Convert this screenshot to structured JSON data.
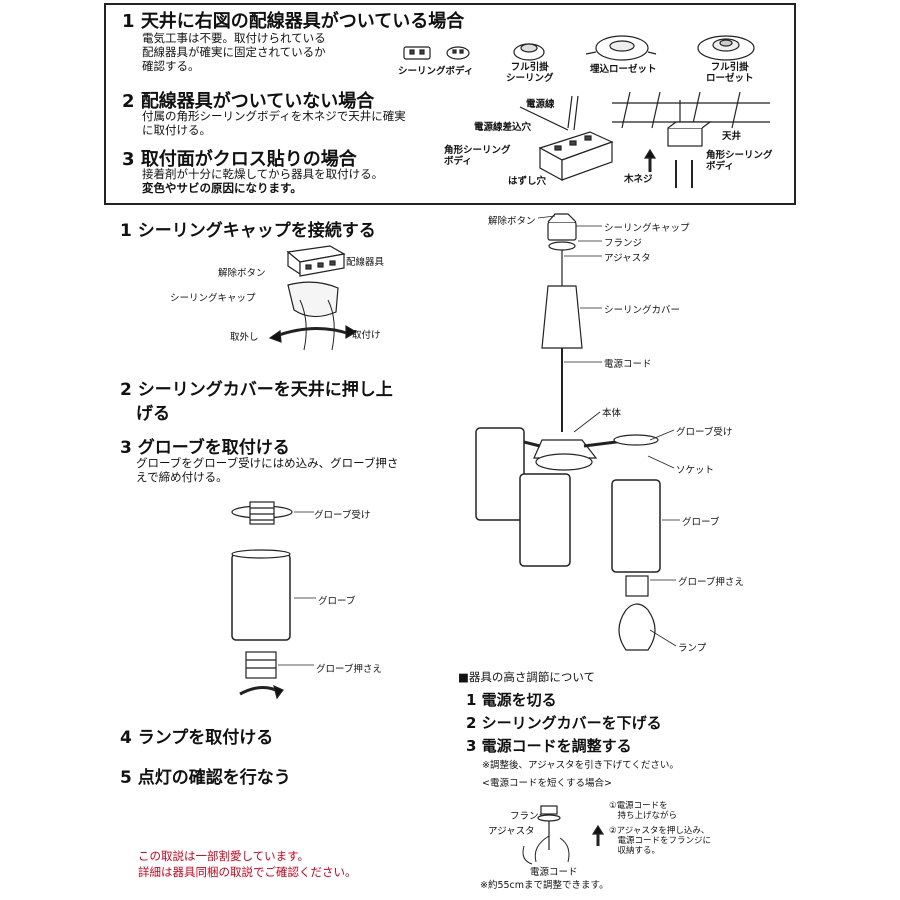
{
  "top": {
    "s1": {
      "num": "1",
      "title": "天井に右図の配線器具がついている場合",
      "lines": [
        "電気工事は不要。取付けられている",
        "配線器具が確実に固定されているか",
        "確認する。"
      ]
    },
    "fixtures": [
      "シーリングボディ",
      "フル引掛\nシーリング",
      "埋込ローゼット",
      "フル引掛\nローゼット"
    ],
    "s2": {
      "num": "2",
      "title": "配線器具がついていない場合",
      "lines": [
        "付属の角形シーリングボディを木ネジで天井に確実",
        "に取付ける。"
      ]
    },
    "s3": {
      "num": "3",
      "title": "取付面がクロス貼りの場合",
      "lines": [
        "接着剤が十分に乾燥してから器具を取付ける。"
      ],
      "bold_line": "変色やサビの原因になります。"
    },
    "labels": {
      "power_line": "電源線",
      "insert_hole": "電源線差込穴",
      "square_body": "角形シーリング\nボディ",
      "release_hole": "はずし穴",
      "ceiling": "天井",
      "square_body2": "角形シーリング\nボディ",
      "wood_screw": "木ネジ"
    }
  },
  "left": {
    "step1": {
      "num": "1",
      "title": "シーリングキャップを接続する"
    },
    "step1_labels": {
      "wiring": "配線器具",
      "release": "解除ボタン",
      "cap": "シーリングキャップ",
      "remove": "取外し",
      "attach": "取付け"
    },
    "step2": {
      "num": "2",
      "title": "シーリングカバーを天井に押し上",
      "title2": "げる"
    },
    "step3": {
      "num": "3",
      "title": "グローブを取付ける",
      "lines": [
        "グローブをグローブ受けにはめ込み、グローブ押さ",
        "えで締め付ける。"
      ]
    },
    "step3_labels": {
      "holder": "グローブ受け",
      "globe": "グローブ",
      "presser": "グローブ押さえ"
    },
    "step4": {
      "num": "4",
      "title": "ランプを取付ける"
    },
    "step5": {
      "num": "5",
      "title": "点灯の確認を行なう"
    },
    "note": [
      "この取説は一部割愛しています。",
      "詳細は器具同梱の取説でご確認ください。"
    ]
  },
  "right": {
    "labels": {
      "release": "解除ボタン",
      "cap": "シーリングキャップ",
      "flange": "フランジ",
      "adjuster": "アジャスタ",
      "cover": "シーリングカバー",
      "cord": "電源コード",
      "body": "本体",
      "holder": "グローブ受け",
      "socket": "ソケット",
      "globe": "グローブ",
      "presser": "グローブ押さえ",
      "lamp": "ランプ"
    },
    "height": {
      "heading": "■器具の高さ調節について",
      "steps": [
        {
          "num": "1",
          "text": "電源を切る"
        },
        {
          "num": "2",
          "text": "シーリングカバーを下げる"
        },
        {
          "num": "3",
          "text": "電源コードを調整する"
        }
      ],
      "note1": "※調整後、アジャスタを引き下げてください。",
      "note2": "<電源コードを短くする場合>",
      "fig": {
        "flange": "フランジ",
        "adjuster": "アジャスタ",
        "cord": "電源コード",
        "inst1": "①電源コードを\n　持ち上げながら",
        "inst2": "②アジャスタを押し込み、\n　電源コードをフランジに\n　収納する。"
      },
      "note3": "※約55cmまで調整できます。"
    }
  }
}
